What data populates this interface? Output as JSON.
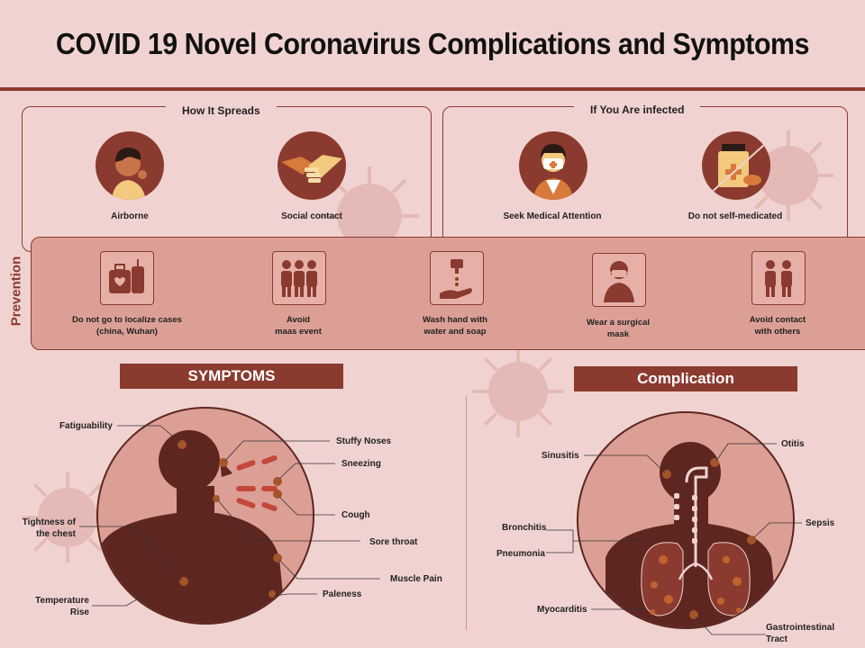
{
  "title": "COVID 19 Novel Coronavirus Complications and Symptoms",
  "how_it_spreads": {
    "heading": "How It Spreads",
    "items": [
      {
        "label": "Airborne",
        "icon": "coughing-person-icon"
      },
      {
        "label": "Social contact",
        "icon": "handshake-icon"
      }
    ]
  },
  "if_infected": {
    "heading": "If You Are infected",
    "items": [
      {
        "label": "Seek Medical Attention",
        "icon": "doctor-icon"
      },
      {
        "label": "Do not self-medicated",
        "icon": "medicine-bottle-icon"
      }
    ]
  },
  "prevention": {
    "heading": "Prevention",
    "items": [
      {
        "label_l1": "Do not go to localize cases",
        "label_l2": "(china, Wuhan)",
        "icon": "luggage-icon"
      },
      {
        "label_l1": "Avoid",
        "label_l2": "maas event",
        "icon": "crowd-icon"
      },
      {
        "label_l1": "Wash hand with",
        "label_l2": "water and soap",
        "icon": "handwash-icon"
      },
      {
        "label_l1": "Wear a surgical",
        "label_l2": "mask",
        "icon": "masked-person-icon"
      },
      {
        "label_l1": "Avoid contact",
        "label_l2": "with others",
        "icon": "two-people-icon"
      }
    ]
  },
  "symptoms": {
    "heading": "SYMPTOMS",
    "labels": {
      "fatiguability": "Fatiguability",
      "tightness_l1": "Tightness of",
      "tightness_l2": "the chest",
      "temperature_l1": "Temperature",
      "temperature_l2": "Rise",
      "stuffy": "Stuffy Noses",
      "sneezing": "Sneezing",
      "cough": "Cough",
      "sore": "Sore throat",
      "muscle": "Muscle Pain",
      "paleness": "Paleness"
    }
  },
  "complication": {
    "heading": "Complication",
    "labels": {
      "sinusitis": "Sinusitis",
      "otitis": "Otitis",
      "bronchitis": "Bronchitis",
      "pneumonia": "Pneumonia",
      "sepsis": "Sepsis",
      "myocarditis": "Myocarditis",
      "gastro_l1": "Gastrointestinal",
      "gastro_l2": "Tract"
    }
  },
  "colors": {
    "background": "#f0d3d1",
    "accent": "#8b3a2f",
    "band": "#dc9f96",
    "body": "#5e2620"
  }
}
